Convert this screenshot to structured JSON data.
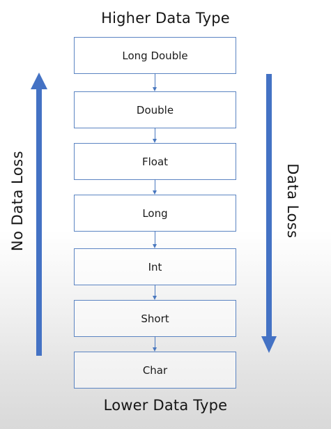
{
  "diagram": {
    "title_top": "Higher Data Type",
    "title_bottom": "Lower Data Type",
    "types": [
      "Long Double",
      "Double",
      "Float",
      "Long",
      "Int",
      "Short",
      "Char"
    ],
    "left_label": "No Data Loss",
    "right_label": "Data Loss",
    "left_arrow_direction": "up",
    "right_arrow_direction": "down",
    "connector_direction": "down",
    "colors": {
      "box_border": "#5b84c2",
      "arrow": "#4472c4",
      "connector": "#4a78bf"
    }
  }
}
